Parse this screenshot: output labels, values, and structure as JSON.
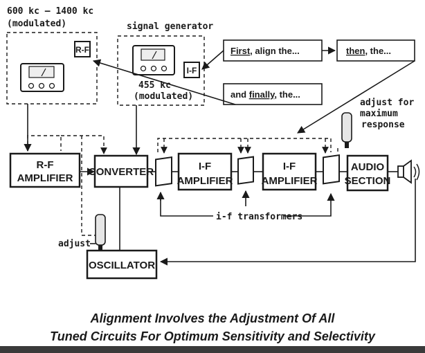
{
  "generator_top": {
    "freq_range": "600 kc — 1400 kc",
    "mod": "(modulated)",
    "label": "R-F"
  },
  "generator_signal": {
    "title": "signal generator",
    "freq": "455 kc",
    "mod": "(modulated)",
    "label": "I-F"
  },
  "steps": {
    "first_word": "First",
    "first_rest": ", align the...",
    "then_word": "then",
    "then_rest": ", the...",
    "finally_pre": "and ",
    "finally_word": "finally",
    "finally_rest": ", the..."
  },
  "annotations": {
    "adjust_max_1": "adjust for",
    "adjust_max_2": "maximum",
    "adjust_max_3": "response",
    "adjust": "adjust",
    "if_transformers": "i-f transformers"
  },
  "blocks": {
    "rf_amp_1": "R-F",
    "rf_amp_2": "AMPLIFIER",
    "converter": "CONVERTER",
    "if_amp1_1": "I-F",
    "if_amp1_2": "AMPLIFIER",
    "if_amp2_1": "I-F",
    "if_amp2_2": "AMPLIFIER",
    "audio_1": "AUDIO",
    "audio_2": "SECTION",
    "oscillator": "OSCILLATOR"
  },
  "caption": {
    "line1": "Alignment Involves the Adjustment Of All",
    "line2": "Tuned Circuits For Optimum Sensitivity and Selectivity"
  }
}
